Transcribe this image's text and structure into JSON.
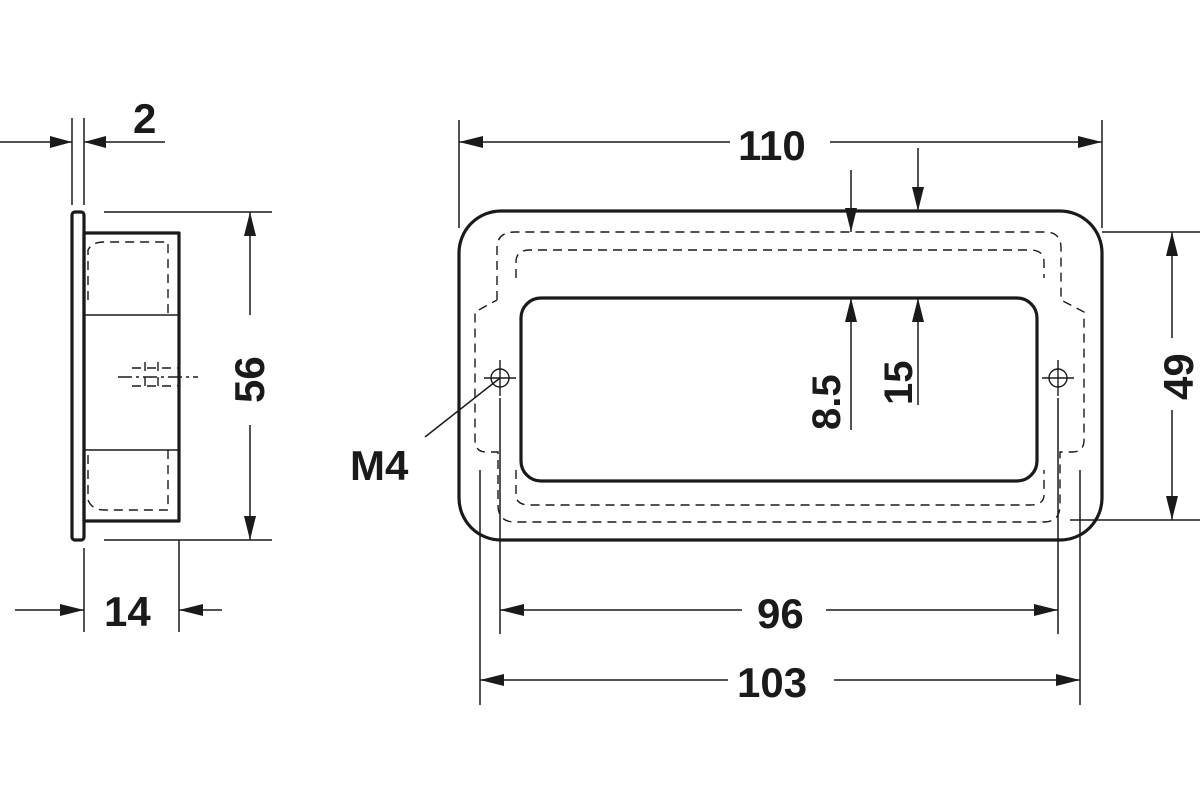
{
  "dimensions": {
    "plate_thickness": "2",
    "side_height": "56",
    "side_depth": "14",
    "overall_width": "110",
    "overall_height": "49",
    "recess_width": "96",
    "hole_spacing": "103",
    "rim_offset": "8.5",
    "grip_offset": "15",
    "screw_thread": "M4"
  }
}
